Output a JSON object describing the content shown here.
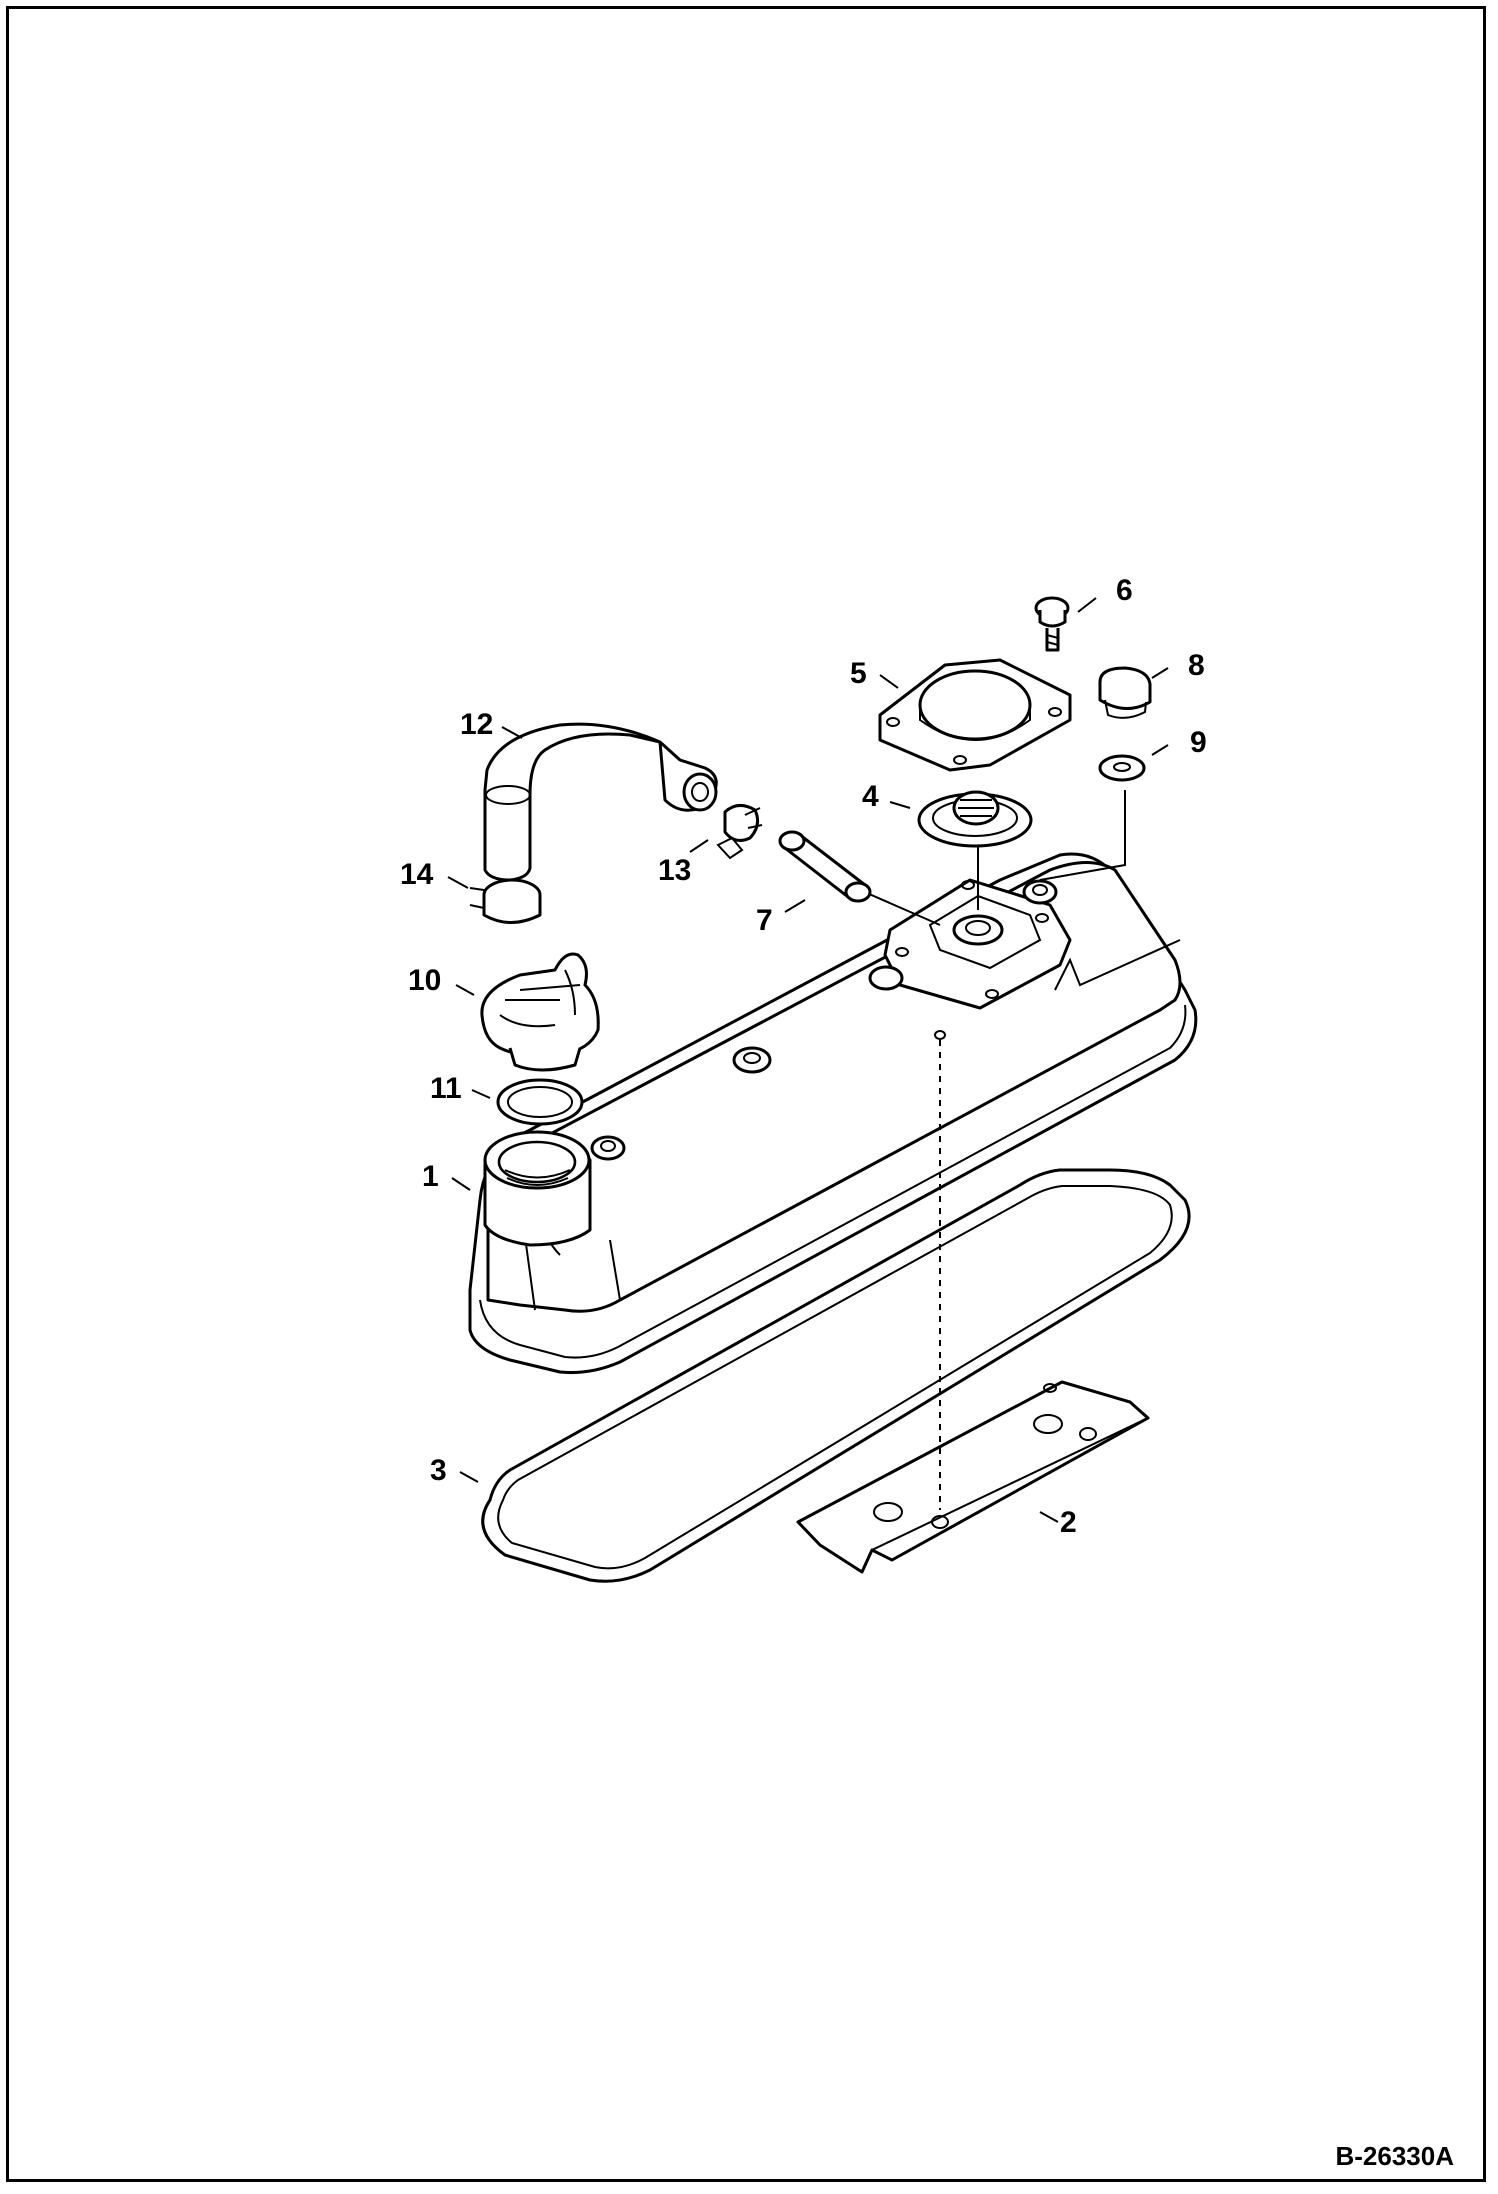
{
  "figure_id": "B-26330A",
  "callouts": [
    "1",
    "2",
    "3",
    "4",
    "5",
    "6",
    "7",
    "8",
    "9",
    "10",
    "11",
    "12",
    "13",
    "14"
  ]
}
